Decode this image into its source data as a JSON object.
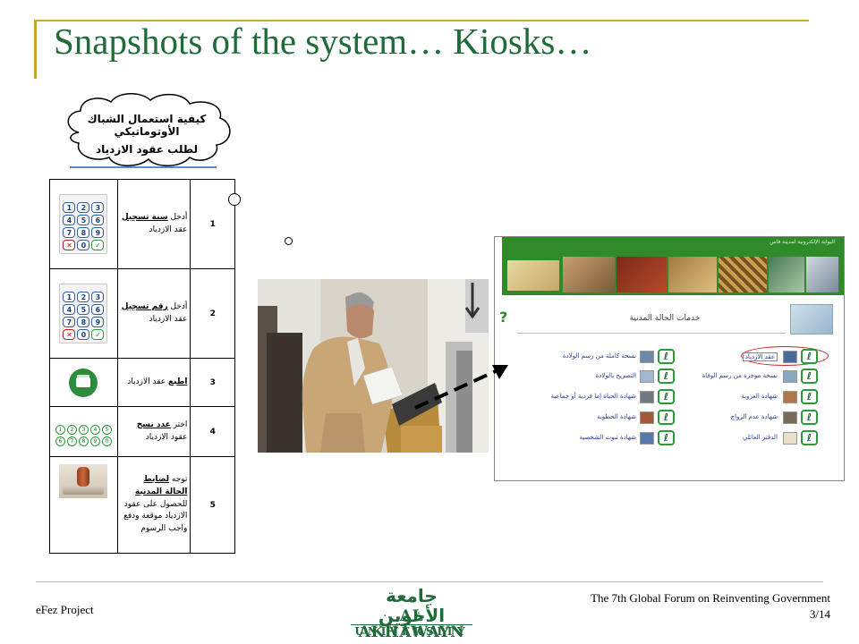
{
  "slide": {
    "title": "Snapshots of the system… Kiosks…",
    "colors": {
      "title": "#1f6b3a",
      "accent_rule": "#c8a82c",
      "brand_green": "#2f8a2a"
    }
  },
  "cloud": {
    "line1": "كيفية استعمال الشباك الأوتوماتيكي",
    "line2": "لطلب عقود الازدياد"
  },
  "steps": [
    {
      "number": "1",
      "icon": "keypad-icon",
      "text_pre": "أدخل ",
      "text_emph": "سنة تسجيل",
      "text_post": " عقد الازدياد"
    },
    {
      "number": "2",
      "icon": "keypad-icon",
      "text_pre": "أدخل ",
      "text_emph": "رقم تسجيل",
      "text_post": " عقد الازدياد"
    },
    {
      "number": "3",
      "icon": "printer-icon",
      "text_pre": "",
      "text_emph": "اطبع",
      "text_post": " عقد الازدياد"
    },
    {
      "number": "4",
      "icon": "number-buttons-icon",
      "text_pre": "اختر ",
      "text_emph": "عدد نسخ",
      "text_post": " عقود الازدياد"
    },
    {
      "number": "5",
      "icon": "stamp-icon",
      "text_pre": "توجه ",
      "text_emph": "لضابط الحالة المدنية",
      "text_post": " للحصول على عقود الازدياد موقعة ودفع واجب الرسوم"
    }
  ],
  "keypad": {
    "keys": [
      "1",
      "2",
      "3",
      "4",
      "5",
      "6",
      "7",
      "8",
      "9",
      "✕",
      "0",
      "✓"
    ]
  },
  "number_buttons": [
    "1",
    "2",
    "3",
    "4",
    "5",
    "6",
    "7",
    "8",
    "9",
    "0"
  ],
  "kiosk_screen": {
    "banner_label": "البوابة الإلكترونية لمدينة فاس",
    "help_symbol": "?",
    "heading": "خدمات الحالة المدنية",
    "left_column": [
      {
        "label": "نسخة كاملة من رسم الولادة"
      },
      {
        "label": "التصريح بالولادة"
      },
      {
        "label": "شهادة الحياة إما فردية أو جماعية"
      },
      {
        "label": "شهادة الخطوبة"
      },
      {
        "label": "شهادة ثبوت الشخصية"
      }
    ],
    "right_column": [
      {
        "label": "عقد الازدياد",
        "selected": true
      },
      {
        "label": "نسخة موجزة من رسم الوفاة"
      },
      {
        "label": "شهادة العزوبة"
      },
      {
        "label": "شهادة عدم الزواج"
      },
      {
        "label": "الدفتر العائلي"
      }
    ],
    "audio_icon_glyph": "ℓ"
  },
  "footer": {
    "left": "eFez Project",
    "right_line1": "The 7th Global Forum on Reinventing Government",
    "page": "3/14",
    "logo_arabic": "جامعة الأخوين",
    "logo_english": "AL AKHAWAYN",
    "logo_university": "UNIVERSITY"
  }
}
